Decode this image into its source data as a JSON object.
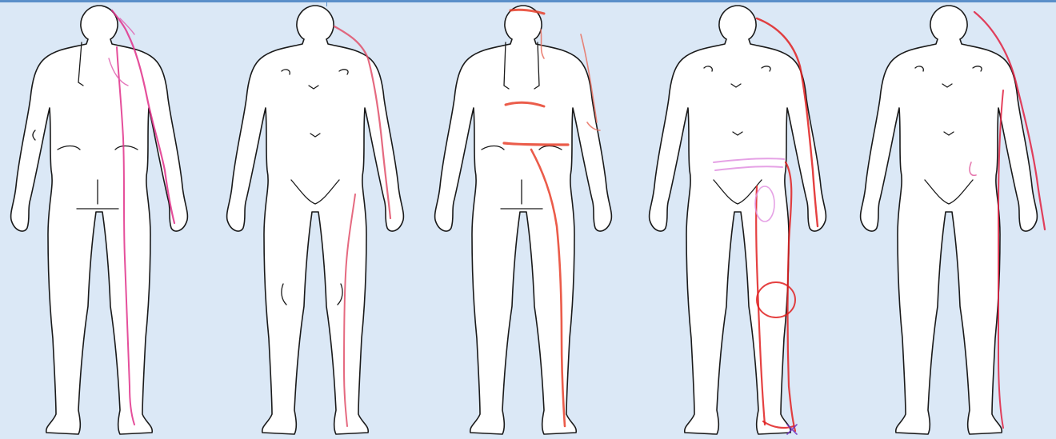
{
  "figure": {
    "background_color": "#dbe8f6",
    "rule_color": "#5b8fc9",
    "figures": [
      {
        "view": "back",
        "pain_color": "#e0308a"
      },
      {
        "view": "front",
        "pain_color": "#e0506a"
      },
      {
        "view": "back",
        "pain_color": "#e8402a"
      },
      {
        "view": "front",
        "pain_color": "#e02020"
      },
      {
        "view": "front",
        "pain_color": "#e02040"
      }
    ]
  }
}
